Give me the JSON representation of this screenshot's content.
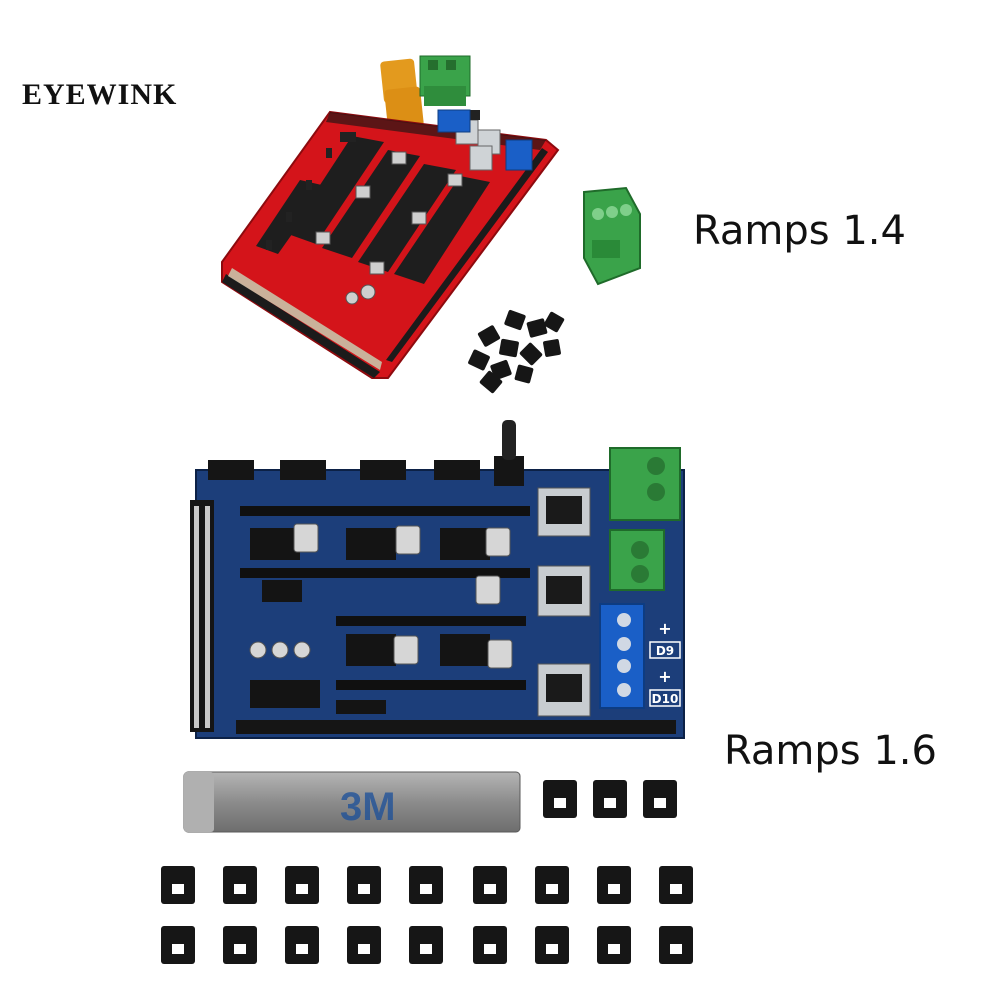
{
  "brand": {
    "name": "EYEWINK"
  },
  "products": [
    {
      "label": "Ramps 1.4",
      "board_color": "#d4141a"
    },
    {
      "label": "Ramps 1.6",
      "board_color": "#1c3e7a"
    }
  ],
  "board_1_6_markings": {
    "d9": "D9",
    "d10": "D10",
    "plus": "+",
    "tape_text": "3M"
  },
  "colors": {
    "terminal_green": "#3aa34a",
    "terminal_blue": "#1a5fc7",
    "jumper": "#161616",
    "kapton": "#e39a1e",
    "tape": "#8a8a8a"
  }
}
